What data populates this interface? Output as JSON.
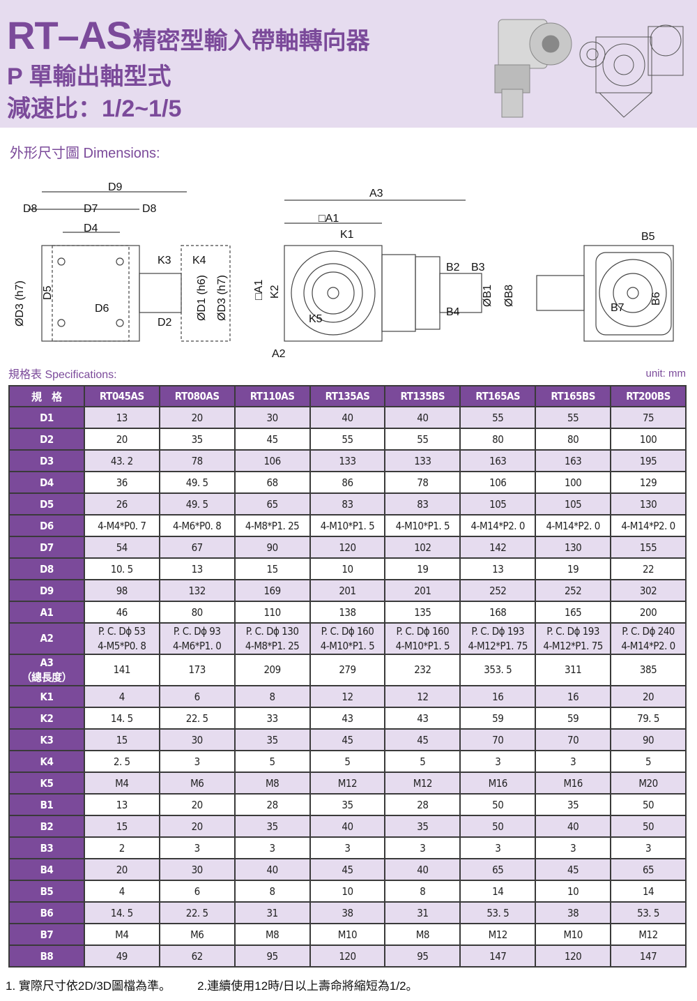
{
  "header": {
    "title_en": "RT–AS",
    "title_cn": "精密型輸入帶軸轉向器",
    "subtitle": "P 單輸出軸型式",
    "ratio": "減速比：1/2~1/5"
  },
  "dimensions_title": "外形尺寸圖 Dimensions:",
  "drawing_labels": {
    "d9": "D9",
    "d8a": "D8",
    "d7": "D7",
    "d8b": "D8",
    "d4": "D4",
    "k3": "K3",
    "k4": "K4",
    "d3a": "ØD3 (h7)",
    "d5": "D5",
    "d6": "D6",
    "d2": "D2",
    "d1": "ØD1 (h6)",
    "d3b": "ØD3 (h7)",
    "a3": "A3",
    "a1": "□A1",
    "k1": "K1",
    "a1v": "□A1",
    "k2": "K2",
    "k5": "K5",
    "a2": "A2",
    "b2": "B2",
    "b3": "B3",
    "b1": "ØB1",
    "b8": "ØB8",
    "b4": "B4",
    "b5": "B5",
    "b7": "B7",
    "b6": "B6"
  },
  "specs": {
    "title": "規格表 Specifications:",
    "unit": "unit: mm",
    "corner": "規　格",
    "models": [
      "RT045AS",
      "RT080AS",
      "RT110AS",
      "RT135AS",
      "RT135BS",
      "RT165AS",
      "RT165BS",
      "RT200BS"
    ],
    "rows": [
      {
        "label": "D1",
        "values": [
          "13",
          "20",
          "30",
          "40",
          "40",
          "55",
          "55",
          "75"
        ]
      },
      {
        "label": "D2",
        "values": [
          "20",
          "35",
          "45",
          "55",
          "55",
          "80",
          "80",
          "100"
        ]
      },
      {
        "label": "D3",
        "values": [
          "43. 2",
          "78",
          "106",
          "133",
          "133",
          "163",
          "163",
          "195"
        ]
      },
      {
        "label": "D4",
        "values": [
          "36",
          "49. 5",
          "68",
          "86",
          "78",
          "106",
          "100",
          "129"
        ]
      },
      {
        "label": "D5",
        "values": [
          "26",
          "49. 5",
          "65",
          "83",
          "83",
          "105",
          "105",
          "130"
        ]
      },
      {
        "label": "D6",
        "values": [
          "4-M4*P0. 7",
          "4-M6*P0. 8",
          "4-M8*P1. 25",
          "4-M10*P1. 5",
          "4-M10*P1. 5",
          "4-M14*P2. 0",
          "4-M14*P2. 0",
          "4-M14*P2. 0"
        ]
      },
      {
        "label": "D7",
        "values": [
          "54",
          "67",
          "90",
          "120",
          "102",
          "142",
          "130",
          "155"
        ]
      },
      {
        "label": "D8",
        "values": [
          "10. 5",
          "13",
          "15",
          "10",
          "19",
          "13",
          "19",
          "22"
        ]
      },
      {
        "label": "D9",
        "values": [
          "98",
          "132",
          "169",
          "201",
          "201",
          "252",
          "252",
          "302"
        ]
      },
      {
        "label": "A1",
        "values": [
          "46",
          "80",
          "110",
          "138",
          "135",
          "168",
          "165",
          "200"
        ]
      },
      {
        "label": "A2",
        "values": [
          "P. C. Dϕ 53\n4-M5*P0. 8",
          "P. C. Dϕ 93\n4-M6*P1. 0",
          "P. C. Dϕ 130\n4-M8*P1. 25",
          "P. C. Dϕ 160\n4-M10*P1. 5",
          "P. C. Dϕ 160\n4-M10*P1. 5",
          "P. C. Dϕ 193\n4-M12*P1. 75",
          "P. C. Dϕ 193\n4-M12*P1. 75",
          "P. C. Dϕ 240\n4-M14*P2. 0"
        ]
      },
      {
        "label": "A3\n（總長度）",
        "values": [
          "141",
          "173",
          "209",
          "279",
          "232",
          "353. 5",
          "311",
          "385"
        ]
      },
      {
        "label": "K1",
        "values": [
          "4",
          "6",
          "8",
          "12",
          "12",
          "16",
          "16",
          "20"
        ]
      },
      {
        "label": "K2",
        "values": [
          "14. 5",
          "22. 5",
          "33",
          "43",
          "43",
          "59",
          "59",
          "79. 5"
        ]
      },
      {
        "label": "K3",
        "values": [
          "15",
          "30",
          "35",
          "45",
          "45",
          "70",
          "70",
          "90"
        ]
      },
      {
        "label": "K4",
        "values": [
          "2. 5",
          "3",
          "5",
          "5",
          "5",
          "3",
          "3",
          "5"
        ]
      },
      {
        "label": "K5",
        "values": [
          "M4",
          "M6",
          "M8",
          "M12",
          "M12",
          "M16",
          "M16",
          "M20"
        ]
      },
      {
        "label": "B1",
        "values": [
          "13",
          "20",
          "28",
          "35",
          "28",
          "50",
          "35",
          "50"
        ]
      },
      {
        "label": "B2",
        "values": [
          "15",
          "20",
          "35",
          "40",
          "35",
          "50",
          "40",
          "50"
        ]
      },
      {
        "label": "B3",
        "values": [
          "2",
          "3",
          "3",
          "3",
          "3",
          "3",
          "3",
          "3"
        ]
      },
      {
        "label": "B4",
        "values": [
          "20",
          "30",
          "40",
          "45",
          "40",
          "65",
          "45",
          "65"
        ]
      },
      {
        "label": "B5",
        "values": [
          "4",
          "6",
          "8",
          "10",
          "8",
          "14",
          "10",
          "14"
        ]
      },
      {
        "label": "B6",
        "values": [
          "14. 5",
          "22. 5",
          "31",
          "38",
          "31",
          "53. 5",
          "38",
          "53. 5"
        ]
      },
      {
        "label": "B7",
        "values": [
          "M4",
          "M6",
          "M8",
          "M10",
          "M8",
          "M12",
          "M10",
          "M12"
        ]
      },
      {
        "label": "B8",
        "values": [
          "49",
          "62",
          "95",
          "120",
          "95",
          "147",
          "120",
          "147"
        ]
      }
    ]
  },
  "notes": [
    "1. 實際尺寸依2D/3D圖檔為準。",
    "2.連續使用12時/日以上壽命將縮短為1/2。"
  ],
  "colors": {
    "purple": "#7b4a9a",
    "lavender": "#e6dcef"
  }
}
